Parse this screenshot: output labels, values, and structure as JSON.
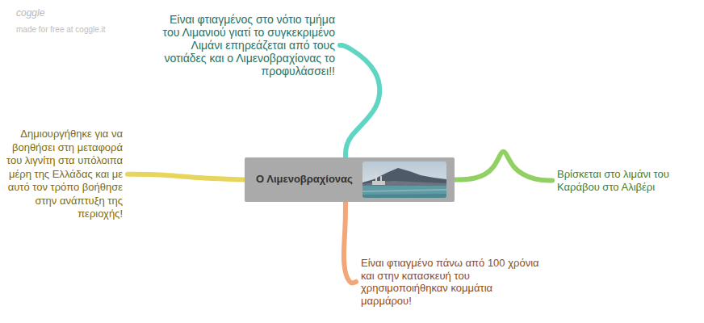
{
  "diagram": {
    "nodes": [
      {
        "text": [
          "Ο Λιμενοβραχίονας"
        ]
      },
      {
        "text": [
          "Είναι φτιαγμένος στο νότιο τμήμα του Λιμανιού γιατί το συγκεκριμένο Λιμάνι επηρεάζεται από τους νοτιάδες και ο Λιμενοβραχίονας το προφυλάσσει!!"
        ]
      },
      {
        "text": [
          "Δημιουργήθηκε για να βοηθήσει στη μεταφορά του λιγνίτη στα υπόλοιπα μέρη της Ελλάδας και με αυτό τον τρόπο βοήθησε στην ανάπτυξη της περιοχής!"
        ]
      },
      {
        "text": [
          "Βρίσκεται στο λιμάνι του Καράβου στο Αλιβέρι"
        ]
      },
      {
        "text": [
          "Είναι φτιαγμένο πάνω από 100 χρόνια και στην κατασκευή του χρησιμοποιήθηκαν κομμάτια μαρμάρου!"
        ]
      }
    ],
    "edges": [
      {
        "from": 0,
        "to": 1,
        "arrow": "none"
      },
      {
        "from": 0,
        "to": 2,
        "arrow": "none"
      },
      {
        "from": 0,
        "to": 3,
        "arrow": "none"
      },
      {
        "from": 0,
        "to": 4,
        "arrow": "none"
      }
    ],
    "labels": [
      "coggle",
      "made for free at coggle.it"
    ]
  }
}
